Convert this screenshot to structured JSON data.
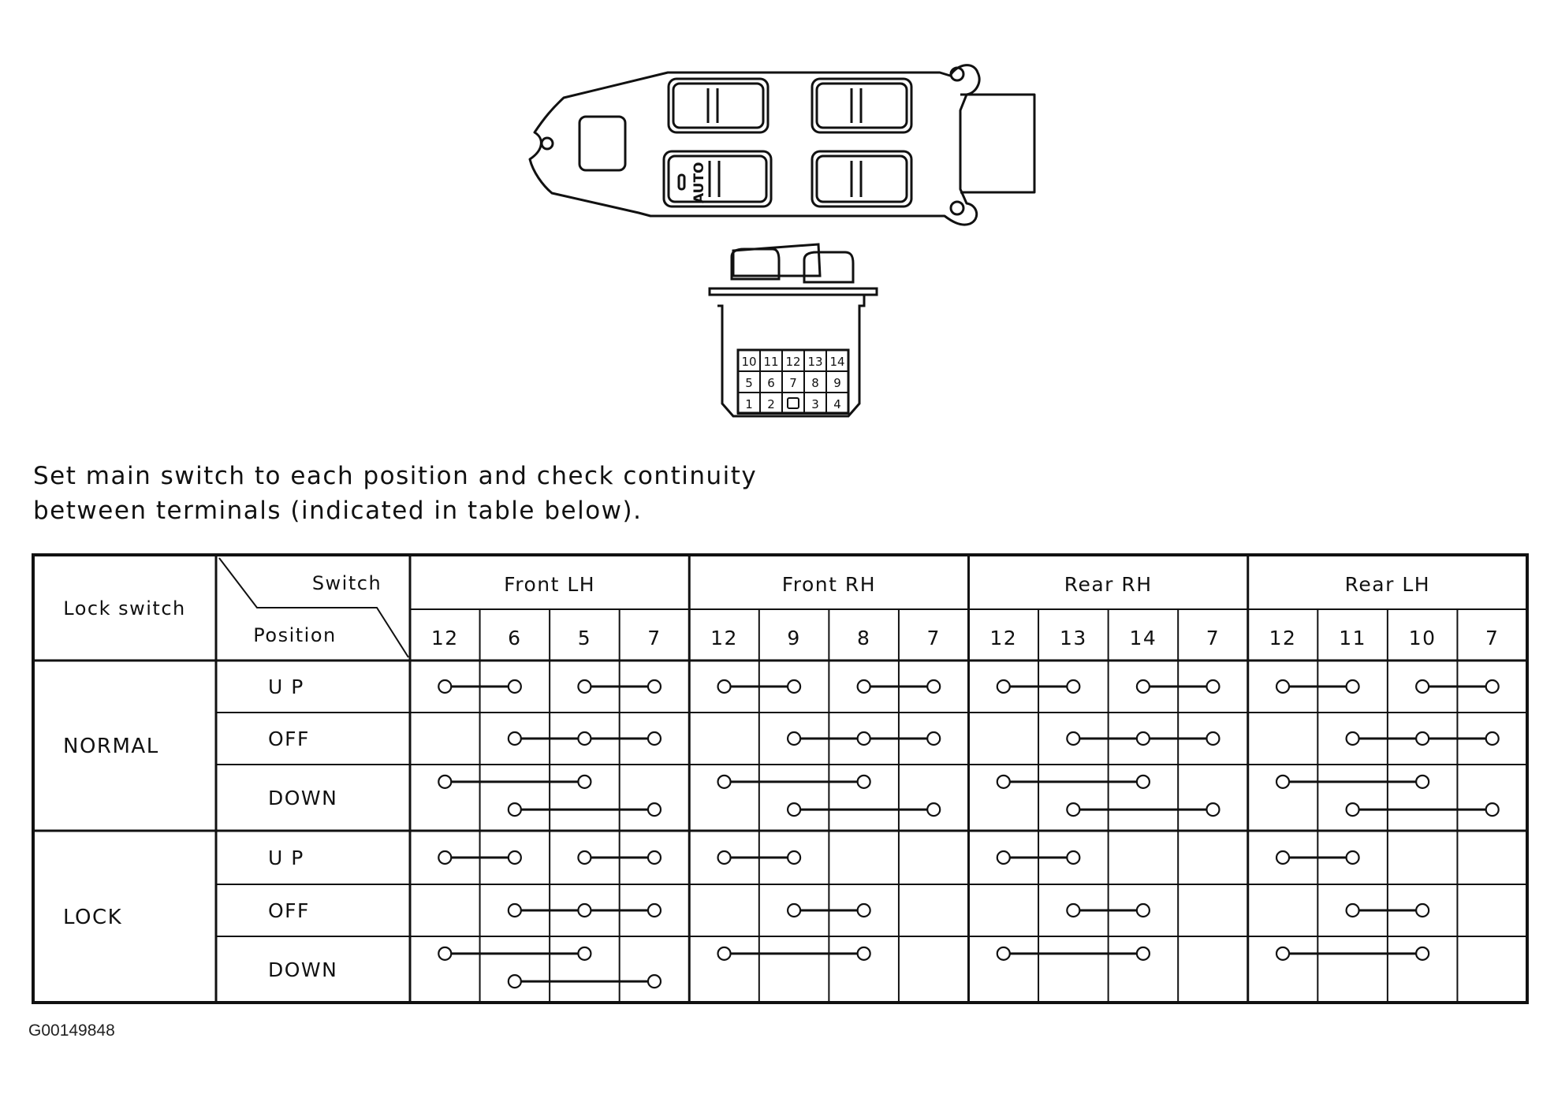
{
  "instruction": {
    "line1": "Set main switch to each position and check continuity",
    "line2": "between terminals (indicated in table below)."
  },
  "reference_code": "G00149848",
  "switch_drawing": {
    "auto_label": "AUTO",
    "connector_terminals": [
      [
        "10",
        "11",
        "12",
        "13",
        "14"
      ],
      [
        "5",
        "6",
        "7",
        "8",
        "9"
      ],
      [
        "1",
        "2",
        "",
        "3",
        "4"
      ]
    ]
  },
  "table": {
    "corner": {
      "lock_switch": "Lock switch",
      "switch": "Switch",
      "position": "Position"
    },
    "groups": [
      {
        "name": "Front LH",
        "terminals": [
          "12",
          "6",
          "5",
          "7"
        ]
      },
      {
        "name": "Front RH",
        "terminals": [
          "12",
          "9",
          "8",
          "7"
        ]
      },
      {
        "name": "Rear RH",
        "terminals": [
          "12",
          "13",
          "14",
          "7"
        ]
      },
      {
        "name": "Rear LH",
        "terminals": [
          "12",
          "11",
          "10",
          "7"
        ]
      }
    ],
    "modes": [
      {
        "name": "NORMAL",
        "rows": [
          {
            "position": "U P",
            "lines": [
              [
                [
                  [
                    0,
                    1
                  ],
                  [
                    2,
                    3
                  ]
                ],
                [
                  [
                    0,
                    1
                  ],
                  [
                    2,
                    3
                  ]
                ],
                [
                  [
                    0,
                    1
                  ],
                  [
                    2,
                    3
                  ]
                ],
                [
                  [
                    0,
                    1
                  ],
                  [
                    2,
                    3
                  ]
                ]
              ]
            ]
          },
          {
            "position": "OFF",
            "lines": [
              [
                [
                  [
                    1,
                    2,
                    3
                  ]
                ],
                [
                  [
                    1,
                    2,
                    3
                  ]
                ],
                [
                  [
                    1,
                    2,
                    3
                  ]
                ],
                [
                  [
                    1,
                    2,
                    3
                  ]
                ]
              ]
            ]
          },
          {
            "position": "DOWN",
            "lines": [
              [
                [
                  [
                    0,
                    2
                  ]
                ],
                [
                  [
                    0,
                    2
                  ]
                ],
                [
                  [
                    0,
                    2
                  ]
                ],
                [
                  [
                    0,
                    2
                  ]
                ]
              ],
              [
                [
                  [
                    1,
                    3
                  ]
                ],
                [
                  [
                    1,
                    3
                  ]
                ],
                [
                  [
                    1,
                    3
                  ]
                ],
                [
                  [
                    1,
                    3
                  ]
                ]
              ]
            ]
          }
        ]
      },
      {
        "name": "LOCK",
        "rows": [
          {
            "position": "U P",
            "lines": [
              [
                [
                  [
                    0,
                    1
                  ],
                  [
                    2,
                    3
                  ]
                ],
                [
                  [
                    0,
                    1
                  ]
                ],
                [
                  [
                    0,
                    1
                  ]
                ],
                [
                  [
                    0,
                    1
                  ]
                ]
              ]
            ]
          },
          {
            "position": "OFF",
            "lines": [
              [
                [
                  [
                    1,
                    2,
                    3
                  ]
                ],
                [
                  [
                    1,
                    2
                  ]
                ],
                [
                  [
                    1,
                    2
                  ]
                ],
                [
                  [
                    1,
                    2
                  ]
                ]
              ]
            ]
          },
          {
            "position": "DOWN",
            "lines": [
              [
                [
                  [
                    0,
                    2
                  ]
                ],
                [
                  [
                    0,
                    2
                  ]
                ],
                [
                  [
                    0,
                    2
                  ]
                ],
                [
                  [
                    0,
                    2
                  ]
                ]
              ],
              [
                [
                  [
                    1,
                    3
                  ]
                ],
                [],
                [],
                []
              ]
            ]
          }
        ]
      }
    ]
  }
}
